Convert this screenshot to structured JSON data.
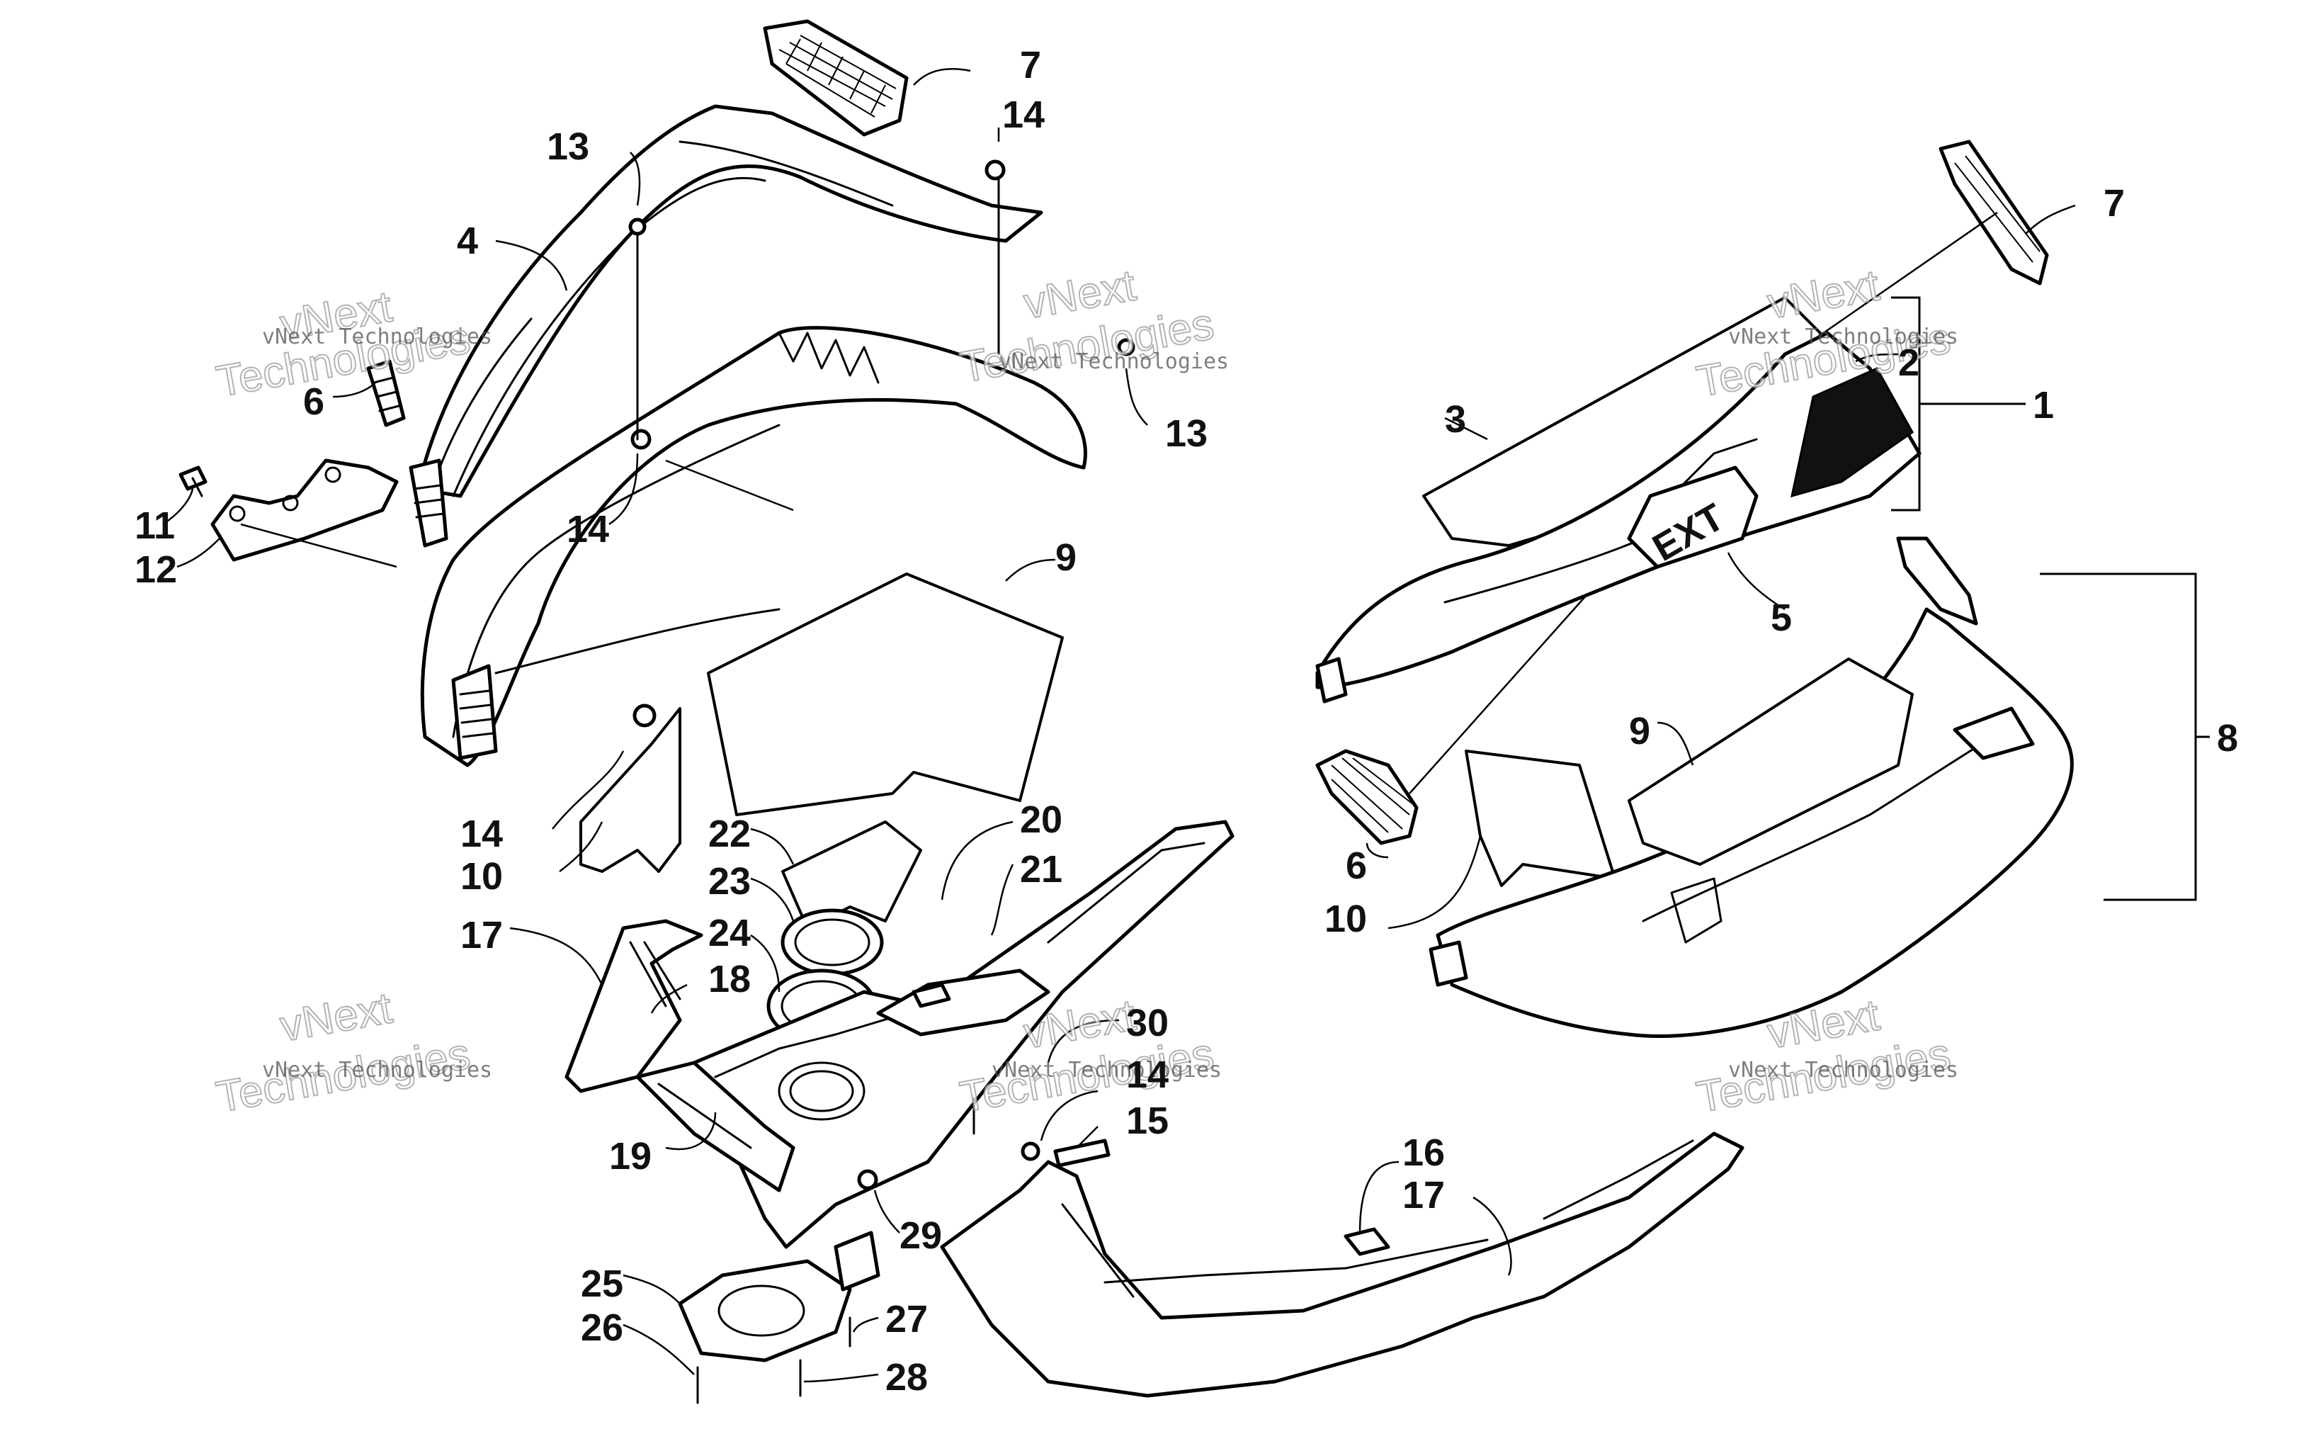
{
  "callouts": [
    {
      "id": "c7a",
      "text": "7"
    },
    {
      "id": "c14a",
      "text": "14"
    },
    {
      "id": "c13a",
      "text": "13"
    },
    {
      "id": "c4",
      "text": "4"
    },
    {
      "id": "c6a",
      "text": "6"
    },
    {
      "id": "c13b",
      "text": "13"
    },
    {
      "id": "c11",
      "text": "11"
    },
    {
      "id": "c14b",
      "text": "14"
    },
    {
      "id": "c12",
      "text": "12"
    },
    {
      "id": "c9a",
      "text": "9"
    },
    {
      "id": "c14c",
      "text": "14"
    },
    {
      "id": "c10a",
      "text": "10"
    },
    {
      "id": "c22",
      "text": "22"
    },
    {
      "id": "c20",
      "text": "20"
    },
    {
      "id": "c23",
      "text": "23"
    },
    {
      "id": "c21",
      "text": "21"
    },
    {
      "id": "c24",
      "text": "24"
    },
    {
      "id": "c17a",
      "text": "17"
    },
    {
      "id": "c18",
      "text": "18"
    },
    {
      "id": "c30",
      "text": "30"
    },
    {
      "id": "c14d",
      "text": "14"
    },
    {
      "id": "c15",
      "text": "15"
    },
    {
      "id": "c19",
      "text": "19"
    },
    {
      "id": "c29",
      "text": "29"
    },
    {
      "id": "c16",
      "text": "16"
    },
    {
      "id": "c17b",
      "text": "17"
    },
    {
      "id": "c25",
      "text": "25"
    },
    {
      "id": "c27",
      "text": "27"
    },
    {
      "id": "c26",
      "text": "26"
    },
    {
      "id": "c28",
      "text": "28"
    },
    {
      "id": "c7b",
      "text": "7"
    },
    {
      "id": "c3",
      "text": "3"
    },
    {
      "id": "c2",
      "text": "2"
    },
    {
      "id": "c1",
      "text": "1"
    },
    {
      "id": "c5",
      "text": "5"
    },
    {
      "id": "c9b",
      "text": "9"
    },
    {
      "id": "c8",
      "text": "8"
    },
    {
      "id": "c6b",
      "text": "6"
    },
    {
      "id": "c10b",
      "text": "10"
    }
  ],
  "watermark": {
    "company": "vNext Technologies",
    "line1": "vNext",
    "line2": "Technologies"
  },
  "decal_text": "EXT"
}
